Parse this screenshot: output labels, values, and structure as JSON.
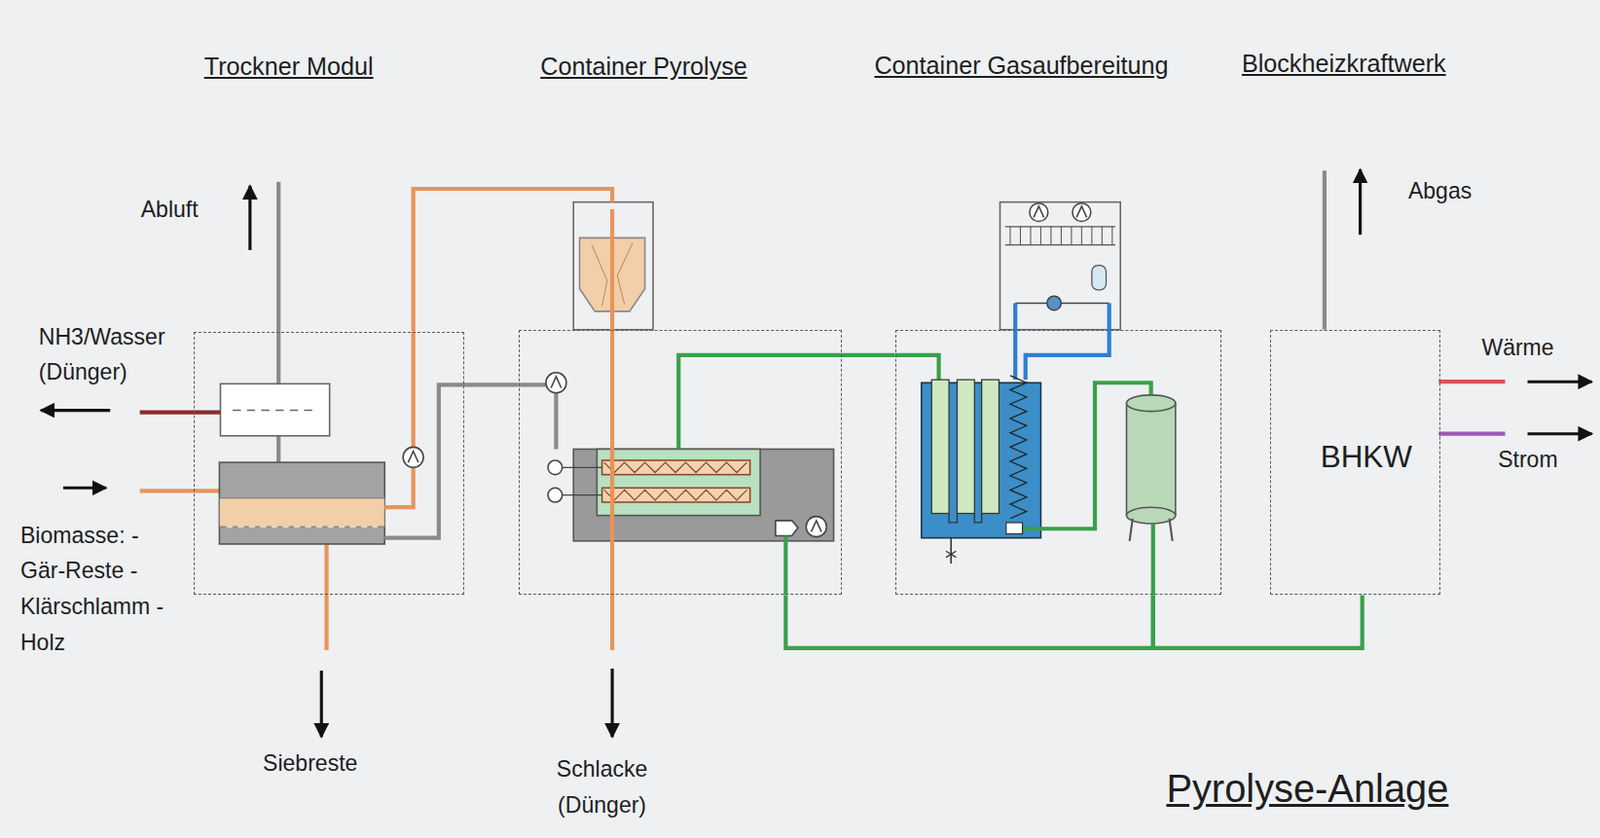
{
  "diagram": {
    "title": "Pyrolyse-Anlage",
    "nodes": [
      {
        "text": [
          "Trockner Modul"
        ]
      },
      {
        "text": [
          "Container Pyrolyse"
        ]
      },
      {
        "text": [
          "Container Gasaufbereitung"
        ]
      },
      {
        "text": [
          "Blockheizkraftwerk",
          "BHKW"
        ]
      }
    ],
    "edges": [
      {
        "from": 0,
        "to": 1,
        "arrow": "none"
      },
      {
        "from": 1,
        "to": 0,
        "arrow": "none"
      },
      {
        "from": 1,
        "to": 2,
        "arrow": "none"
      },
      {
        "from": 2,
        "to": 3,
        "arrow": "none"
      },
      {
        "from": 2,
        "to": 1,
        "arrow": "none"
      }
    ],
    "labels": [
      "Abluft",
      "NH3/Wasser (Dünger)",
      "Biomasse: -Gär-Reste -Klärschlamm -Holz",
      "Siebreste",
      "Schlacke (Dünger)",
      "Abgas",
      "Wärme",
      "Strom"
    ]
  }
}
